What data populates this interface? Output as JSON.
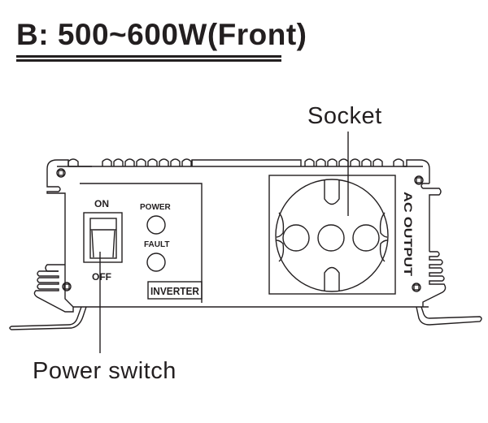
{
  "title": "B: 500~600W(Front)",
  "callouts": {
    "socket": "Socket",
    "power_switch": "Power switch"
  },
  "panel": {
    "switch_on": "ON",
    "switch_off": "OFF",
    "led_power": "POWER",
    "led_fault": "FAULT",
    "brand_box": "INVERTER",
    "ac_output": "AC OUTPUT"
  },
  "colors": {
    "line": "#231f20",
    "background": "#ffffff"
  }
}
